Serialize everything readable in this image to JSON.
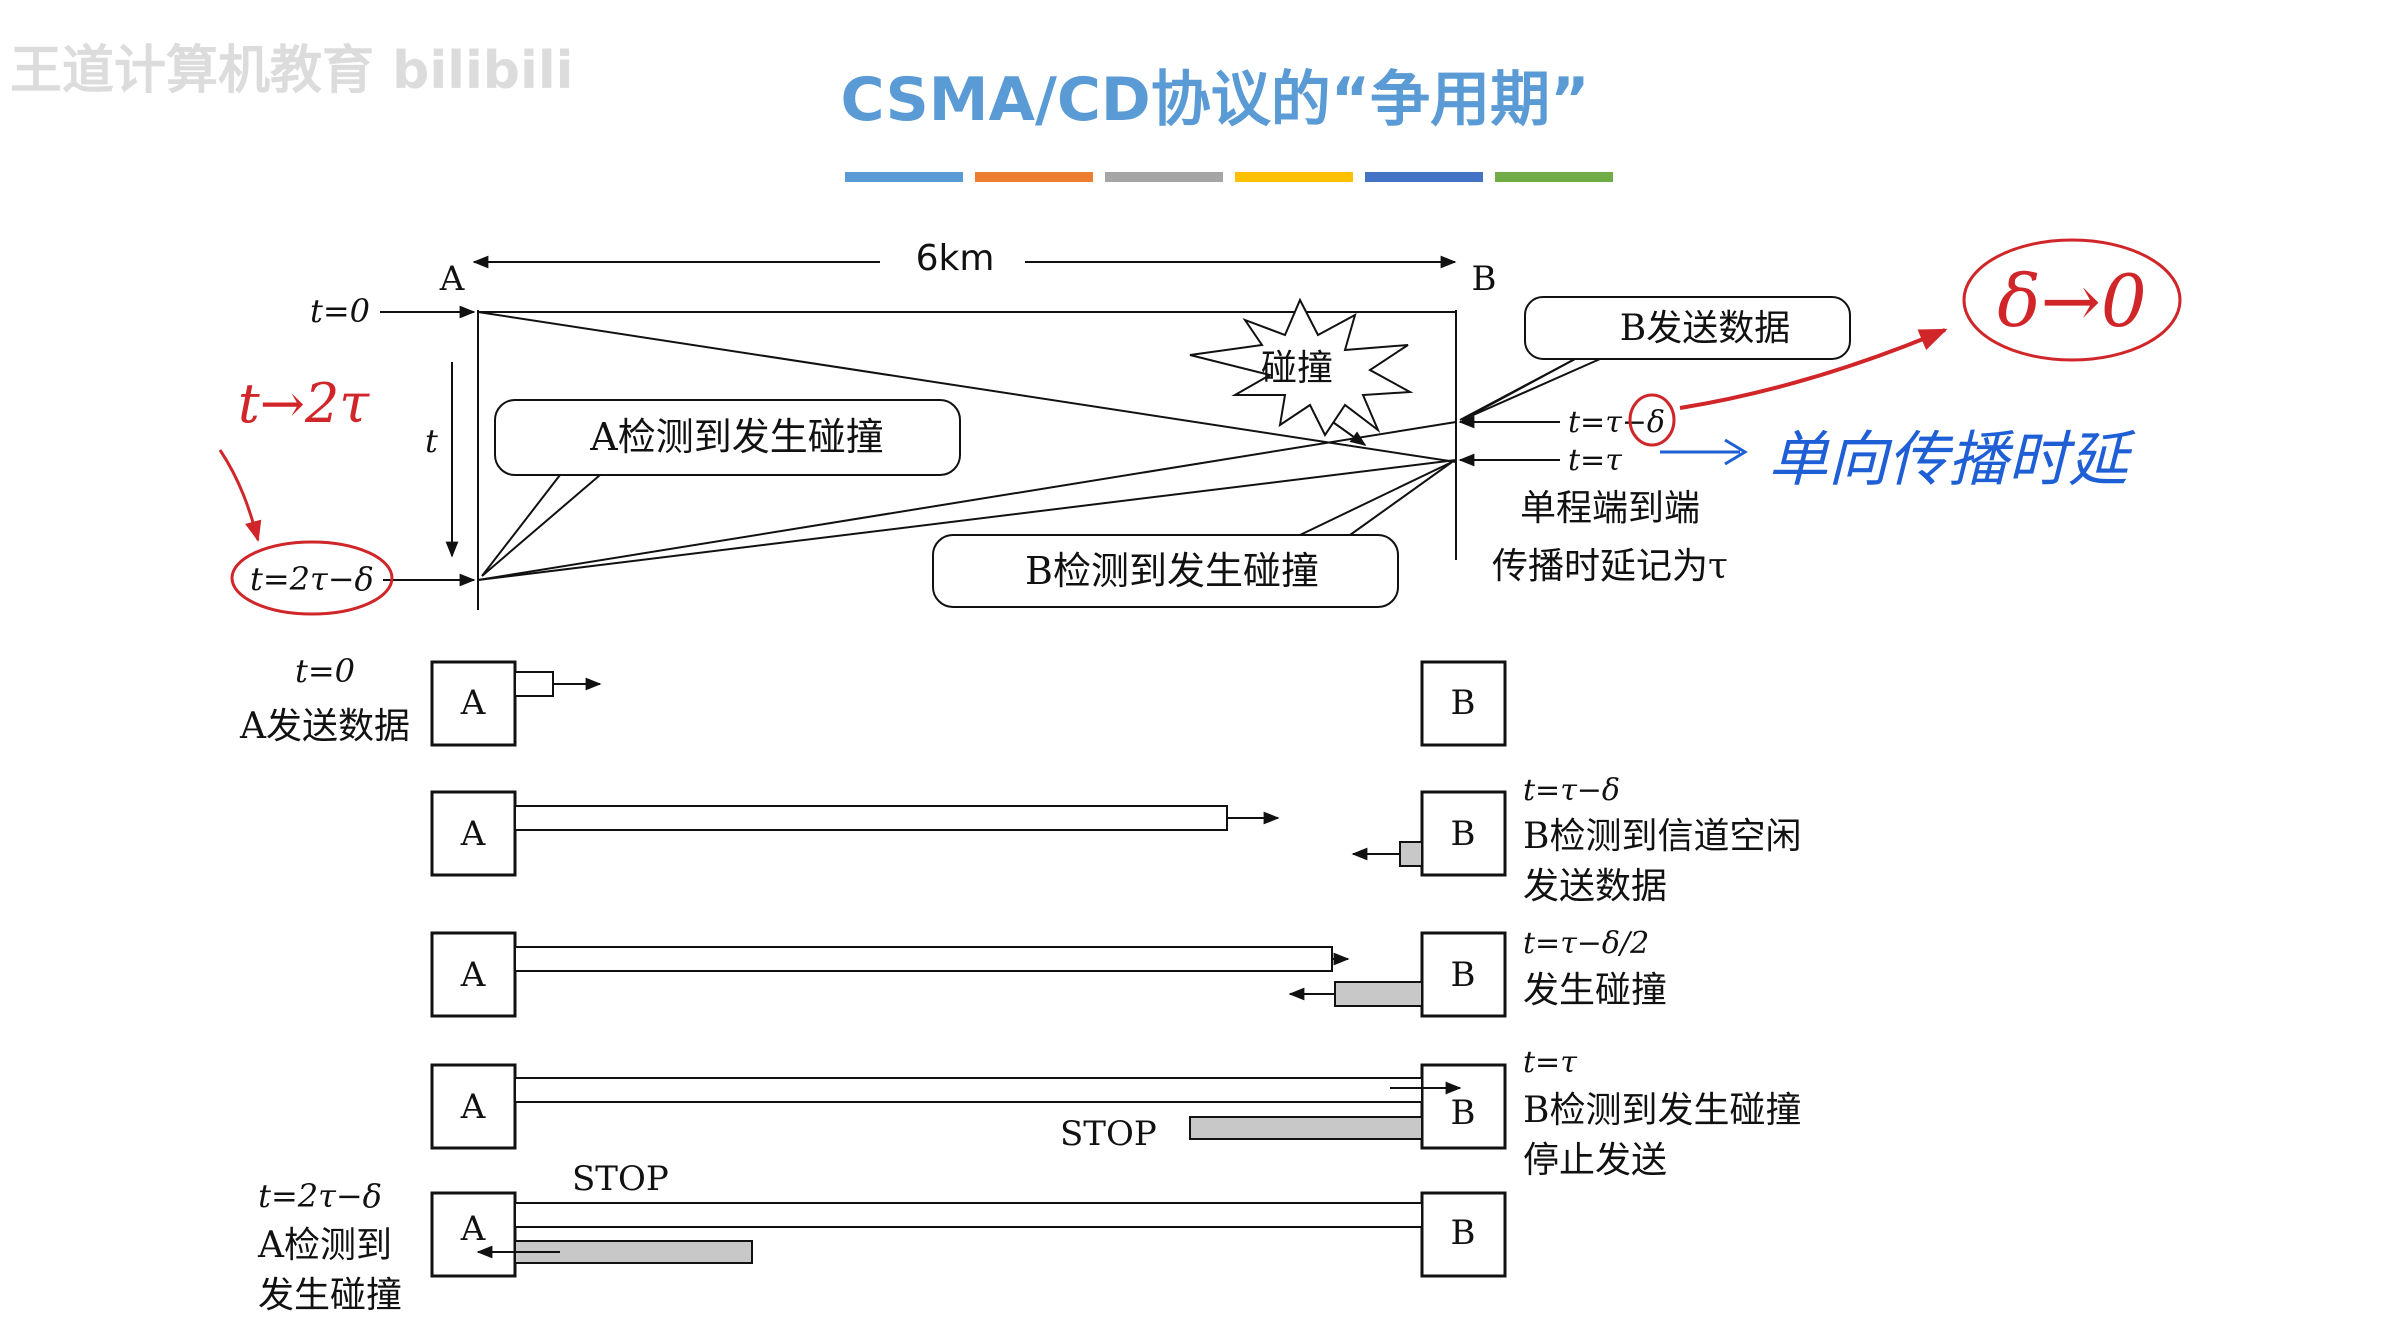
{
  "watermark": "王道计算机教育 bilibili",
  "title": "CSMA/CD协议的“争用期”",
  "title_bar_colors": [
    "#5b9bd5",
    "#ed7d31",
    "#a5a5a5",
    "#ffc000",
    "#4472c4",
    "#70ad47"
  ],
  "top": {
    "distance": "6km",
    "station_a": "A",
    "station_b": "B",
    "t0": "t=0",
    "t_axis": "t",
    "t_2tau_delta": "t=2τ−δ",
    "t_tau_delta": "t=τ−δ",
    "t_tau": "t=τ",
    "collision": "碰撞",
    "callout_b_send": "B发送数据",
    "callout_a_detect": "A检测到发生碰撞",
    "callout_b_detect": "B检测到发生碰撞",
    "one_way_line1": "单程端到端",
    "one_way_line2": "传播时延记为τ"
  },
  "handwriting": {
    "t_to_2tau": "t→2τ",
    "delta_to_zero": "δ→0",
    "one_way_delay": "单向传播时延"
  },
  "steps": [
    {
      "left_line1": "t=0",
      "left_line2": "A发送数据",
      "a": "A",
      "b": "B"
    },
    {
      "a": "A",
      "b": "B",
      "right_line1": "t=τ−δ",
      "right_line2": "B检测到信道空闲",
      "right_line3": "发送数据"
    },
    {
      "a": "A",
      "b": "B",
      "right_line1": "t=τ−δ/2",
      "right_line2": "发生碰撞"
    },
    {
      "a": "A",
      "b": "B",
      "right_line1": "t=τ",
      "right_line2": "B检测到发生碰撞",
      "right_line3": "停止发送",
      "stop": "STOP"
    },
    {
      "a": "A",
      "b": "B",
      "left_line1": "t=2τ−δ",
      "left_line2": "A检测到",
      "left_line3": "发生碰撞",
      "stop": "STOP"
    }
  ],
  "colors": {
    "ink": "#111111",
    "red_ink": "#d0262a",
    "blue_ink": "#1f5fd6",
    "title_blue": "#5b9bd5",
    "signal_gray": "#c8c8c8"
  }
}
